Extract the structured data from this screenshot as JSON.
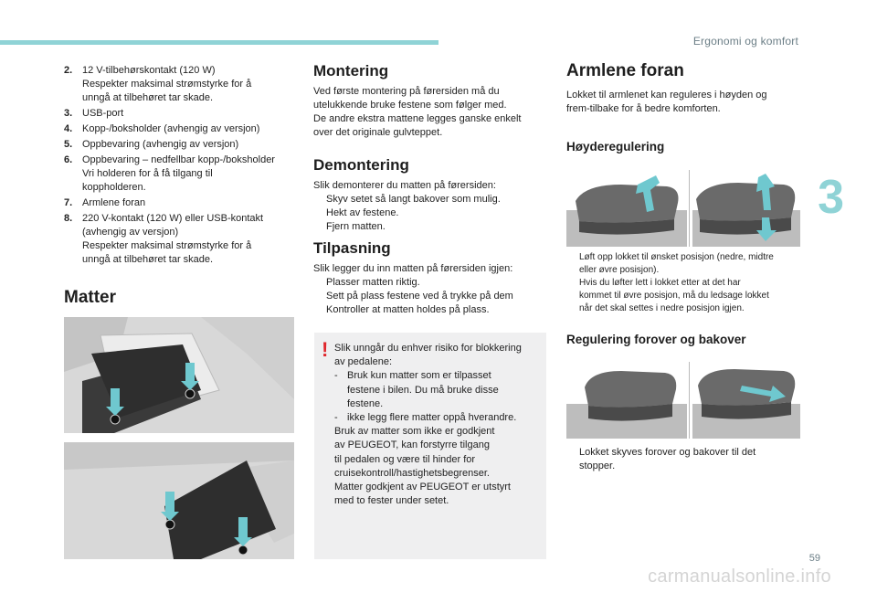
{
  "header": {
    "title": "Ergonomi og komfort",
    "chapter": "3",
    "page": "59",
    "watermark": "carmanualsonline.info"
  },
  "col1": {
    "items": [
      {
        "num": "2.",
        "lines": [
          "12 V-tilbehørskontakt (120 W)",
          "Respekter maksimal strømstyrke for å",
          "unngå at tilbehøret tar skade."
        ]
      },
      {
        "num": "3.",
        "lines": [
          "USB-port"
        ]
      },
      {
        "num": "4.",
        "lines": [
          "Kopp-/boksholder (avhengig av versjon)"
        ]
      },
      {
        "num": "5.",
        "lines": [
          "Oppbevaring (avhengig av versjon)"
        ]
      },
      {
        "num": "6.",
        "lines": [
          "Oppbevaring – nedfellbar kopp-/boksholder",
          "Vri holderen for å få tilgang til",
          "koppholderen."
        ]
      },
      {
        "num": "7.",
        "lines": [
          "Armlene foran"
        ]
      },
      {
        "num": "8.",
        "lines": [
          "220 V-kontakt (120 W) eller USB-kontakt",
          "(avhengig av versjon)",
          "Respekter maksimal strømstyrke for å",
          "unngå at tilbehøret tar skade."
        ]
      }
    ],
    "matter_title": "Matter"
  },
  "col2": {
    "montering_title": "Montering",
    "montering_lines": [
      "Ved første montering på førersiden må du",
      "utelukkende bruke festene som følger med.",
      "De andre ekstra mattene legges ganske enkelt",
      "over det originale gulvteppet."
    ],
    "demontering_title": "Demontering",
    "demontering_intro": "Slik demonterer du matten på førersiden:",
    "demontering_bullets": [
      "Skyv setet så langt bakover som mulig.",
      "Hekt av festene.",
      "Fjern matten."
    ],
    "tilpasning_title": "Tilpasning",
    "tilpasning_intro": "Slik legger du inn matten på førersiden igjen:",
    "tilpasning_bullets": [
      "Plasser matten riktig.",
      "Sett på plass festene ved å trykke på dem",
      "Kontroller at matten holdes på plass."
    ],
    "warning": {
      "icon": "!",
      "intro": [
        "Slik unngår du enhver risiko for blokkering",
        "av pedalene:"
      ],
      "dash1": [
        "Bruk kun matter som er tilpasset",
        "festene i bilen. Du må bruke disse",
        "festene."
      ],
      "dash2": [
        "ikke legg flere matter oppå hverandre."
      ],
      "outro": [
        "Bruk av matter som ikke er godkjent",
        "av PEUGEOT, kan forstyrre tilgang",
        "til pedalen og være til hinder for",
        "cruisekontroll/hastighetsbegrenser.",
        "Matter godkjent av PEUGEOT er utstyrt",
        "med to fester under setet."
      ]
    }
  },
  "col3": {
    "title": "Armlene foran",
    "intro": [
      "Lokket til armlenet kan reguleres i høyden og",
      "frem-tilbake for å bedre komforten."
    ],
    "height_title": "Høyderegulering",
    "height_bullets": [
      [
        "Løft opp lokket til ønsket posisjon (nedre, midtre",
        "eller øvre posisjon)."
      ],
      [
        "Hvis du løfter lett i lokket etter at det har",
        "kommet til øvre posisjon, må du ledsage lokket",
        "når det skal settes i nedre posisjon igjen."
      ]
    ],
    "slide_title": "Regulering forover og bakover",
    "slide_bullet": [
      "Lokket skyves forover og bakover til det",
      "stopper."
    ]
  },
  "bullet_glyph": "",
  "dash_glyph": "-",
  "colors": {
    "accent": "#8fd3d6",
    "warning": "#e0262c",
    "arrow": "#6fc8cf"
  }
}
